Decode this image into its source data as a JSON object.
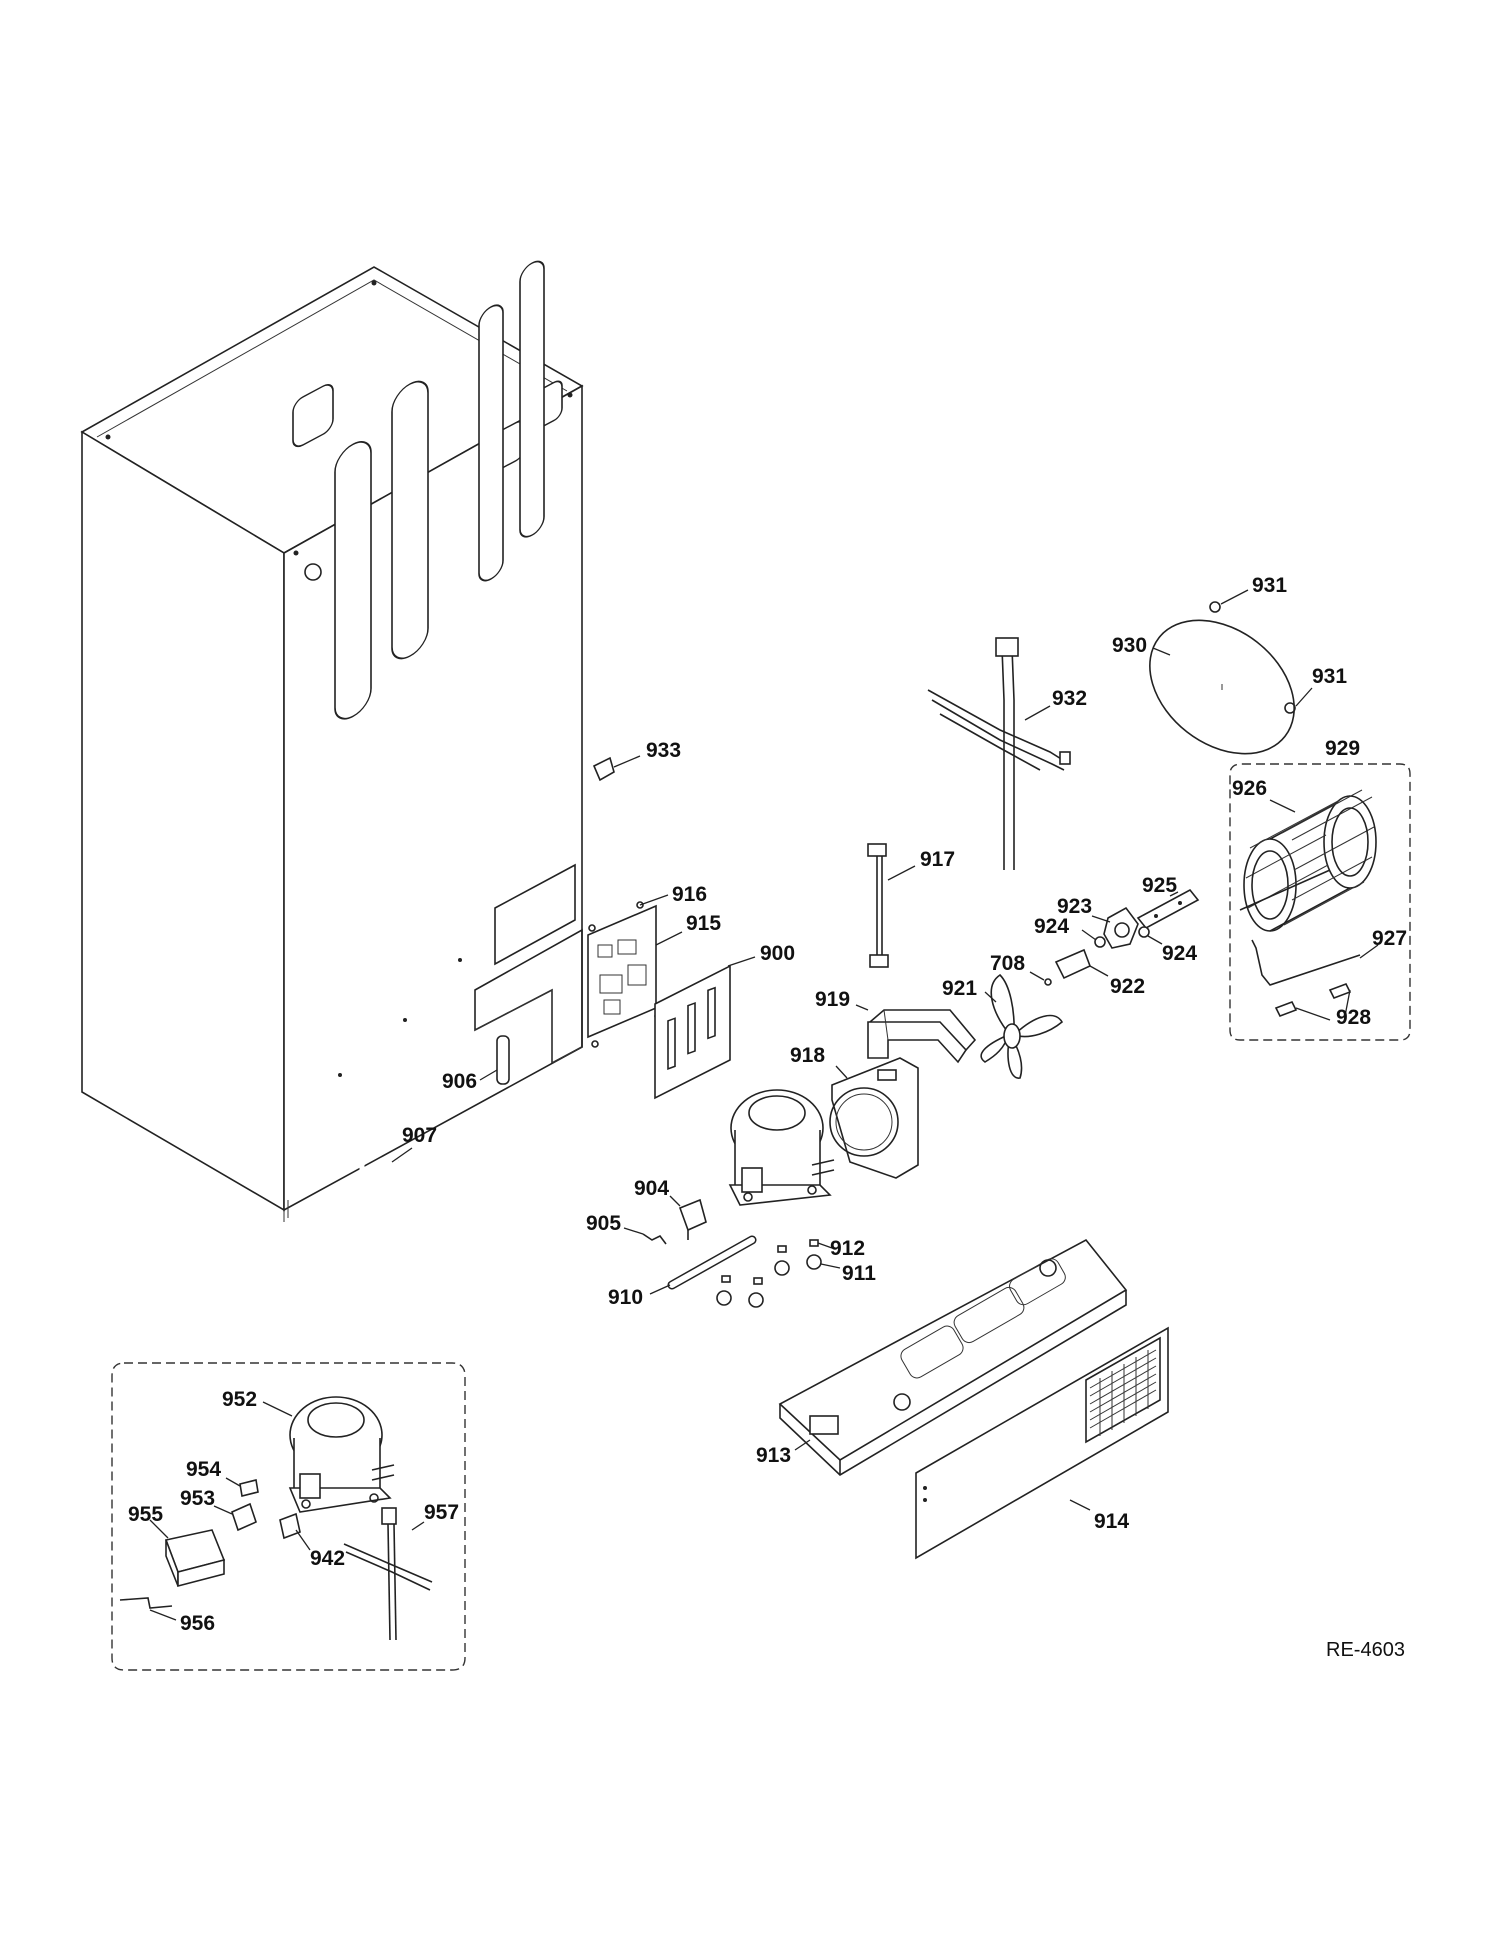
{
  "diagram": {
    "reference_code": "RE-4603",
    "part_labels": {
      "p900": "900",
      "p904": "904",
      "p905": "905",
      "p906": "906",
      "p907": "907",
      "p708": "708",
      "p910": "910",
      "p911": "911",
      "p912": "912",
      "p913": "913",
      "p914": "914",
      "p915": "915",
      "p916": "916",
      "p917": "917",
      "p918": "918",
      "p919": "919",
      "p921": "921",
      "p922": "922",
      "p923": "923",
      "p924a": "924",
      "p924b": "924",
      "p925": "925",
      "p926": "926",
      "p927": "927",
      "p928": "928",
      "p929": "929",
      "p930": "930",
      "p931a": "931",
      "p931b": "931",
      "p932": "932",
      "p933": "933",
      "p942": "942",
      "p952": "952",
      "p953": "953",
      "p954": "954",
      "p955": "955",
      "p956": "956",
      "p957": "957"
    }
  }
}
